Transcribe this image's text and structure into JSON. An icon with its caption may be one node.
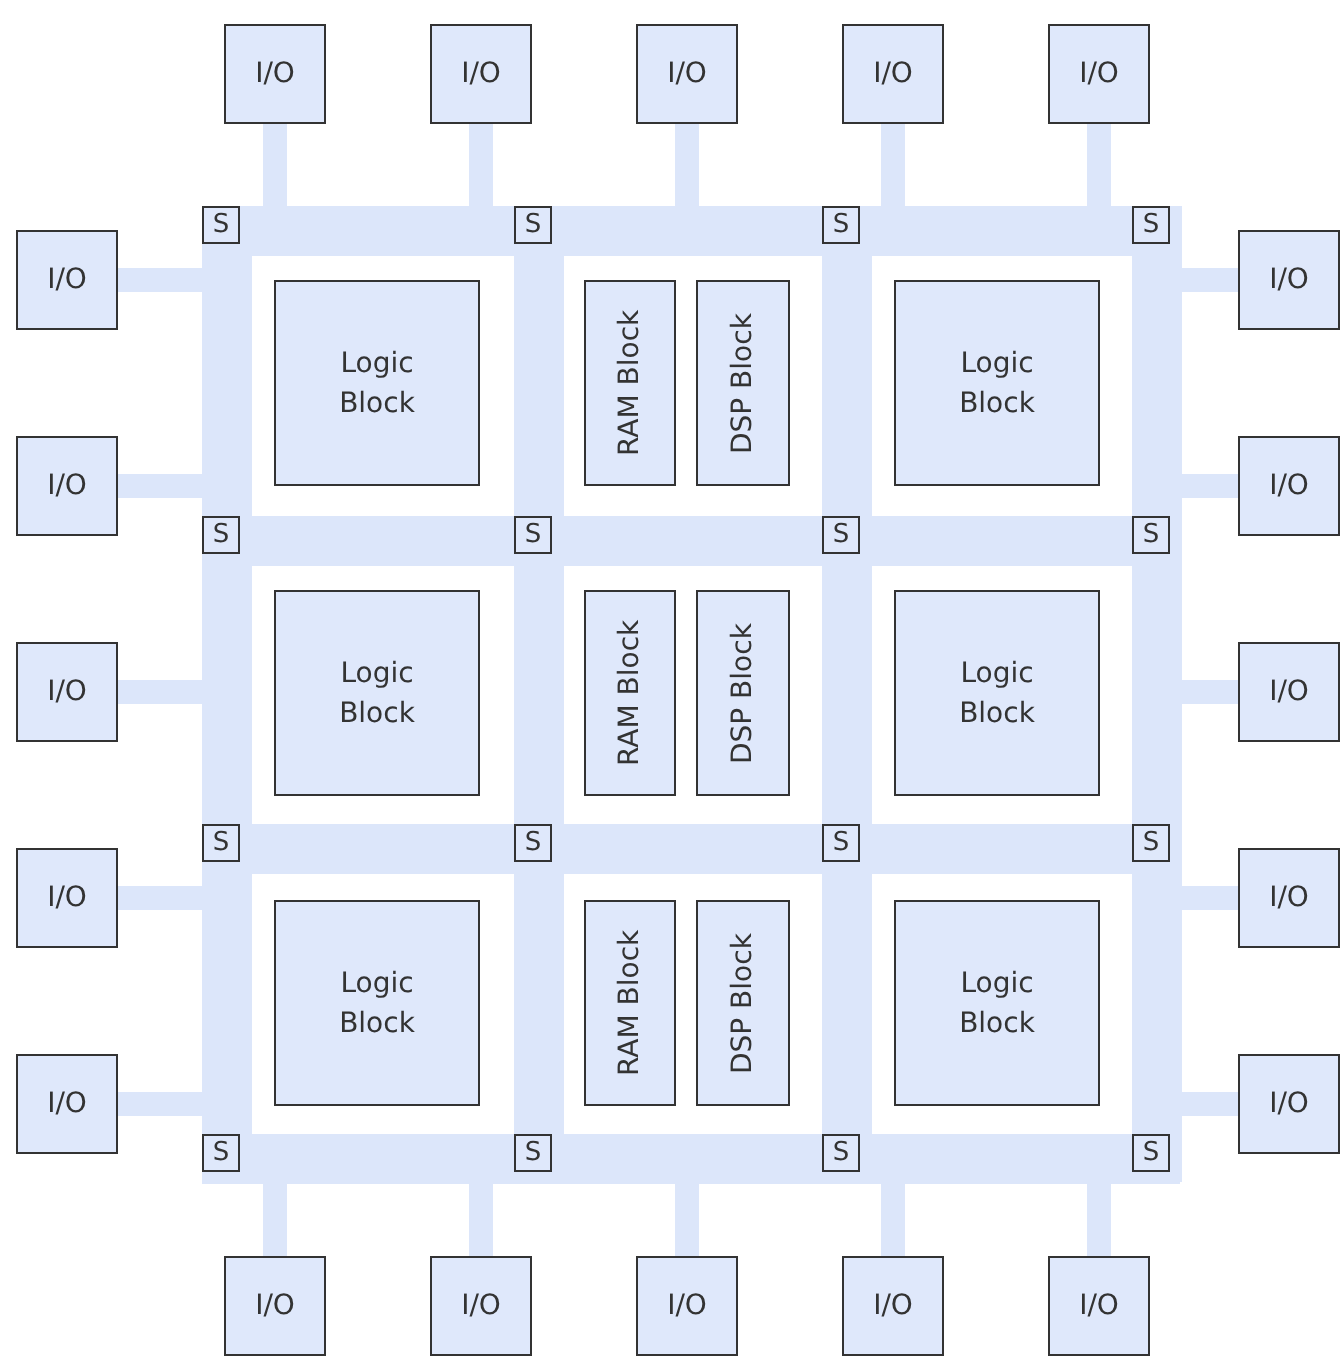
{
  "diagram": {
    "nodes": [
      {
        "text": [
          "I/O"
        ]
      },
      {
        "text": [
          "I/O"
        ]
      },
      {
        "text": [
          "I/O"
        ]
      },
      {
        "text": [
          "I/O"
        ]
      },
      {
        "text": [
          "I/O"
        ]
      },
      {
        "text": [
          "I/O"
        ]
      },
      {
        "text": [
          "I/O"
        ]
      },
      {
        "text": [
          "I/O"
        ]
      },
      {
        "text": [
          "I/O"
        ]
      },
      {
        "text": [
          "I/O"
        ]
      },
      {
        "text": [
          "I/O"
        ]
      },
      {
        "text": [
          "I/O"
        ]
      },
      {
        "text": [
          "I/O"
        ]
      },
      {
        "text": [
          "I/O"
        ]
      },
      {
        "text": [
          "I/O"
        ]
      },
      {
        "text": [
          "I/O"
        ]
      },
      {
        "text": [
          "I/O"
        ]
      },
      {
        "text": [
          "I/O"
        ]
      },
      {
        "text": [
          "I/O"
        ]
      },
      {
        "text": [
          "I/O"
        ]
      },
      {
        "text": [
          "S"
        ]
      },
      {
        "text": [
          "S"
        ]
      },
      {
        "text": [
          "S"
        ]
      },
      {
        "text": [
          "S"
        ]
      },
      {
        "text": [
          "S"
        ]
      },
      {
        "text": [
          "S"
        ]
      },
      {
        "text": [
          "S"
        ]
      },
      {
        "text": [
          "S"
        ]
      },
      {
        "text": [
          "S"
        ]
      },
      {
        "text": [
          "S"
        ]
      },
      {
        "text": [
          "S"
        ]
      },
      {
        "text": [
          "S"
        ]
      },
      {
        "text": [
          "S"
        ]
      },
      {
        "text": [
          "S"
        ]
      },
      {
        "text": [
          "S"
        ]
      },
      {
        "text": [
          "S"
        ]
      },
      {
        "text": [
          "Logic Block"
        ]
      },
      {
        "text": [
          "RAM Block"
        ]
      },
      {
        "text": [
          "DSP Block"
        ]
      },
      {
        "text": [
          "Logic Block"
        ]
      },
      {
        "text": [
          "Logic Block"
        ]
      },
      {
        "text": [
          "RAM Block"
        ]
      },
      {
        "text": [
          "DSP Block"
        ]
      },
      {
        "text": [
          "Logic Block"
        ]
      },
      {
        "text": [
          "Logic Block"
        ]
      },
      {
        "text": [
          "RAM Block"
        ]
      },
      {
        "text": [
          "DSP Block"
        ]
      },
      {
        "text": [
          "Logic Block"
        ]
      }
    ],
    "edges": [
      {
        "from": 0,
        "to": null,
        "arrow": "none"
      },
      {
        "from": 1,
        "to": null,
        "arrow": "none"
      },
      {
        "from": 2,
        "to": null,
        "arrow": "none"
      },
      {
        "from": 3,
        "to": null,
        "arrow": "none"
      },
      {
        "from": 4,
        "to": null,
        "arrow": "none"
      },
      {
        "from": 5,
        "to": null,
        "arrow": "none"
      },
      {
        "from": 6,
        "to": null,
        "arrow": "none"
      },
      {
        "from": 7,
        "to": null,
        "arrow": "none"
      },
      {
        "from": 8,
        "to": null,
        "arrow": "none"
      },
      {
        "from": 9,
        "to": null,
        "arrow": "none"
      },
      {
        "from": 10,
        "to": null,
        "arrow": "none"
      },
      {
        "from": 11,
        "to": null,
        "arrow": "none"
      },
      {
        "from": 12,
        "to": null,
        "arrow": "none"
      },
      {
        "from": 13,
        "to": null,
        "arrow": "none"
      },
      {
        "from": 14,
        "to": null,
        "arrow": "none"
      },
      {
        "from": 15,
        "to": null,
        "arrow": "none"
      },
      {
        "from": 16,
        "to": null,
        "arrow": "none"
      },
      {
        "from": 17,
        "to": null,
        "arrow": "none"
      },
      {
        "from": 18,
        "to": null,
        "arrow": "none"
      },
      {
        "from": 19,
        "to": null,
        "arrow": "none"
      }
    ]
  }
}
